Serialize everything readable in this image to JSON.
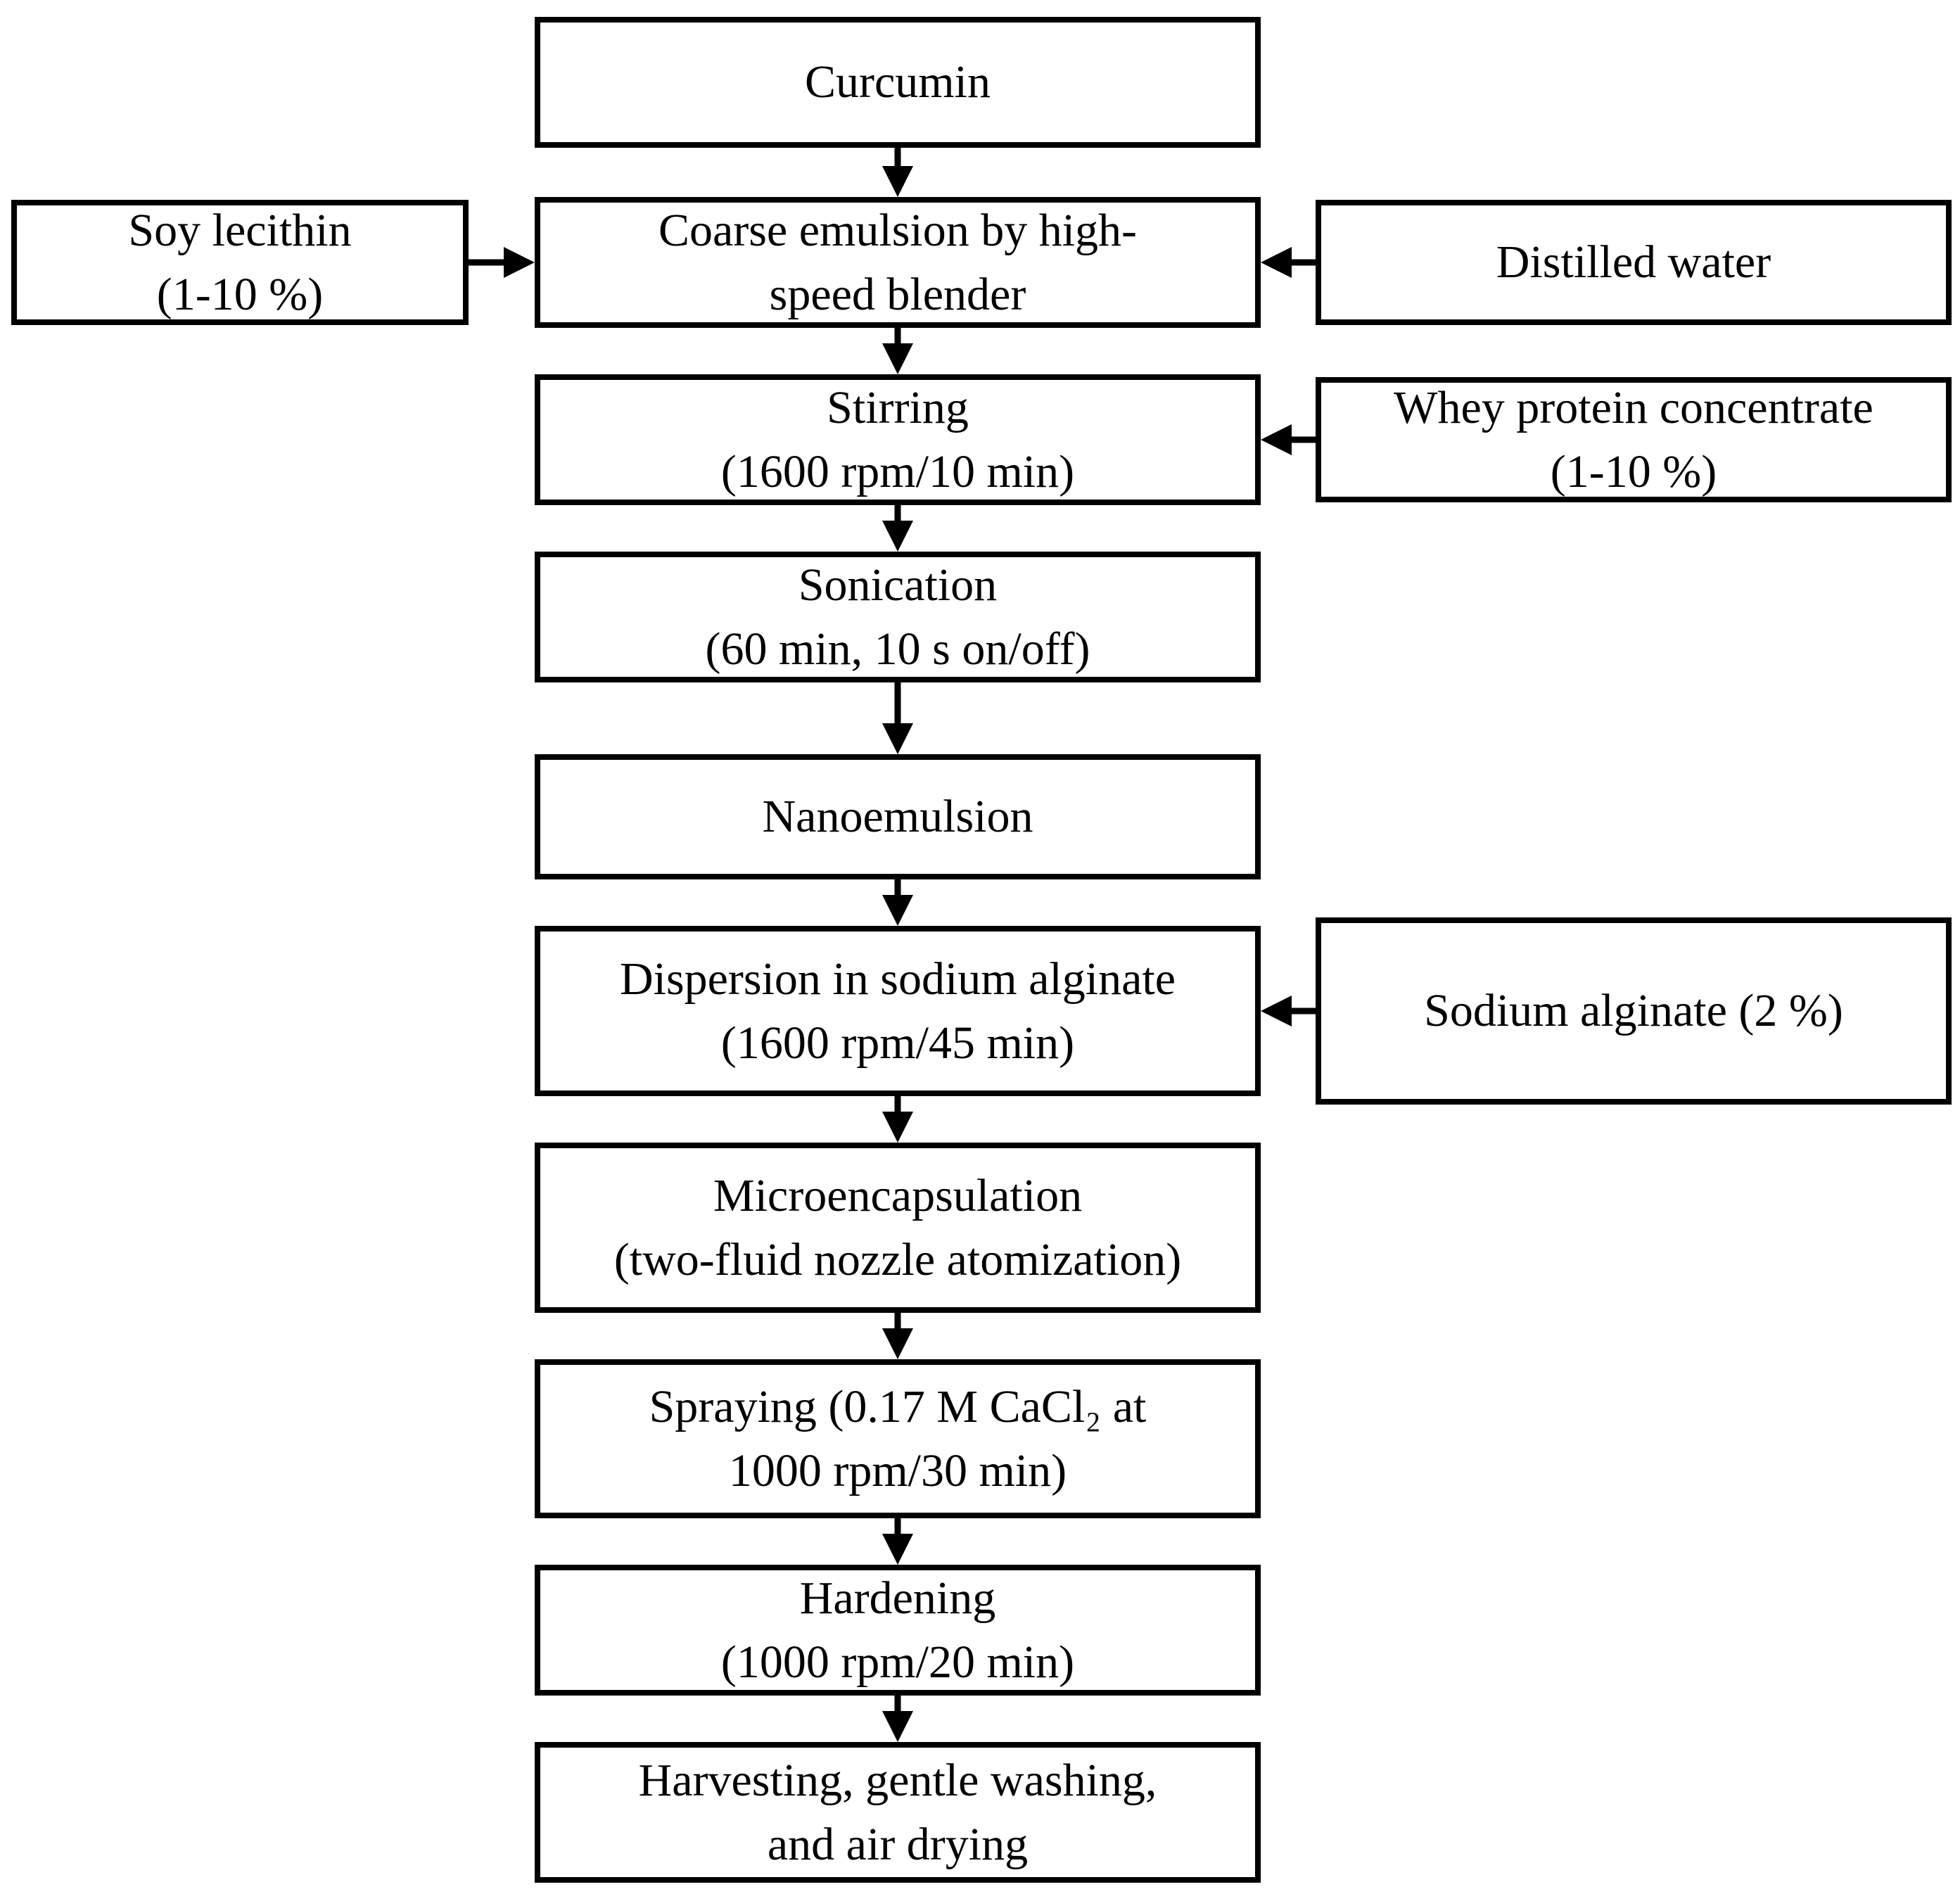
{
  "diagram": {
    "type": "flowchart",
    "background_color": "#ffffff",
    "box_fill_color": "#ffffff",
    "box_border_color": "#000000",
    "text_color": "#000000",
    "steps": [
      {
        "id": "curcumin",
        "lines": [
          "Curcumin"
        ]
      },
      {
        "id": "coarse-emulsion",
        "lines": [
          "Coarse emulsion by high-",
          "speed blender"
        ]
      },
      {
        "id": "stirring",
        "lines": [
          "Stirring",
          "(1600 rpm/10 min)"
        ]
      },
      {
        "id": "sonication",
        "lines": [
          "Sonication",
          "(60 min, 10 s on/off)"
        ]
      },
      {
        "id": "nanoemulsion",
        "lines": [
          "Nanoemulsion"
        ]
      },
      {
        "id": "dispersion",
        "lines": [
          "Dispersion in sodium alginate",
          "(1600 rpm/45 min)"
        ]
      },
      {
        "id": "microencapsulation",
        "lines": [
          "Microencapsulation",
          "(two-fluid nozzle atomization)"
        ]
      },
      {
        "id": "spraying",
        "lines": [
          "Spraying (0.17 M CaCl₂ at",
          "1000 rpm/30 min)"
        ]
      },
      {
        "id": "hardening",
        "lines": [
          "Hardening",
          "(1000 rpm/20 min)"
        ]
      },
      {
        "id": "harvesting",
        "lines": [
          "Harvesting, gentle washing,",
          "and air drying"
        ]
      }
    ],
    "inputs": [
      {
        "id": "soy-lecithin",
        "lines": [
          "Soy lecithin",
          "(1-10 %)"
        ],
        "side": "left",
        "arrow_to": "coarse-emulsion"
      },
      {
        "id": "distilled-water",
        "lines": [
          "Distilled water"
        ],
        "side": "right",
        "arrow_to": "coarse-emulsion"
      },
      {
        "id": "whey-protein",
        "lines": [
          "Whey protein concentrate",
          "(1-10 %)"
        ],
        "side": "right",
        "arrow_to": "stirring"
      },
      {
        "id": "sodium-alginate",
        "lines": [
          "Sodium alginate (2 %)"
        ],
        "side": "right",
        "arrow_to": "dispersion"
      }
    ],
    "flow_order": [
      "curcumin",
      "coarse-emulsion",
      "stirring",
      "sonication",
      "nanoemulsion",
      "dispersion",
      "microencapsulation",
      "spraying",
      "hardening",
      "harvesting"
    ]
  }
}
